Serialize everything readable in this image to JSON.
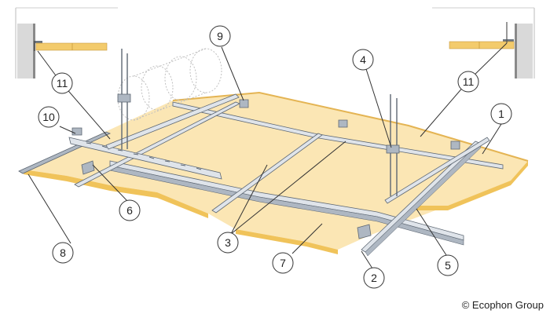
{
  "diagram": {
    "callouts": [
      "1",
      "2",
      "3",
      "4",
      "5",
      "6",
      "7",
      "8",
      "9",
      "10",
      "11"
    ],
    "colors": {
      "panel_face": "#fbe6b4",
      "panel_edge": "#f0c35a",
      "metal_light": "#dfe4ea",
      "metal_mid": "#aeb7c2",
      "metal_dark": "#5d6773",
      "wall": "#d9d9d9",
      "duct": "#c8c8c8",
      "callout_stroke": "#333333"
    }
  },
  "copyright": "© Ecophon Group"
}
